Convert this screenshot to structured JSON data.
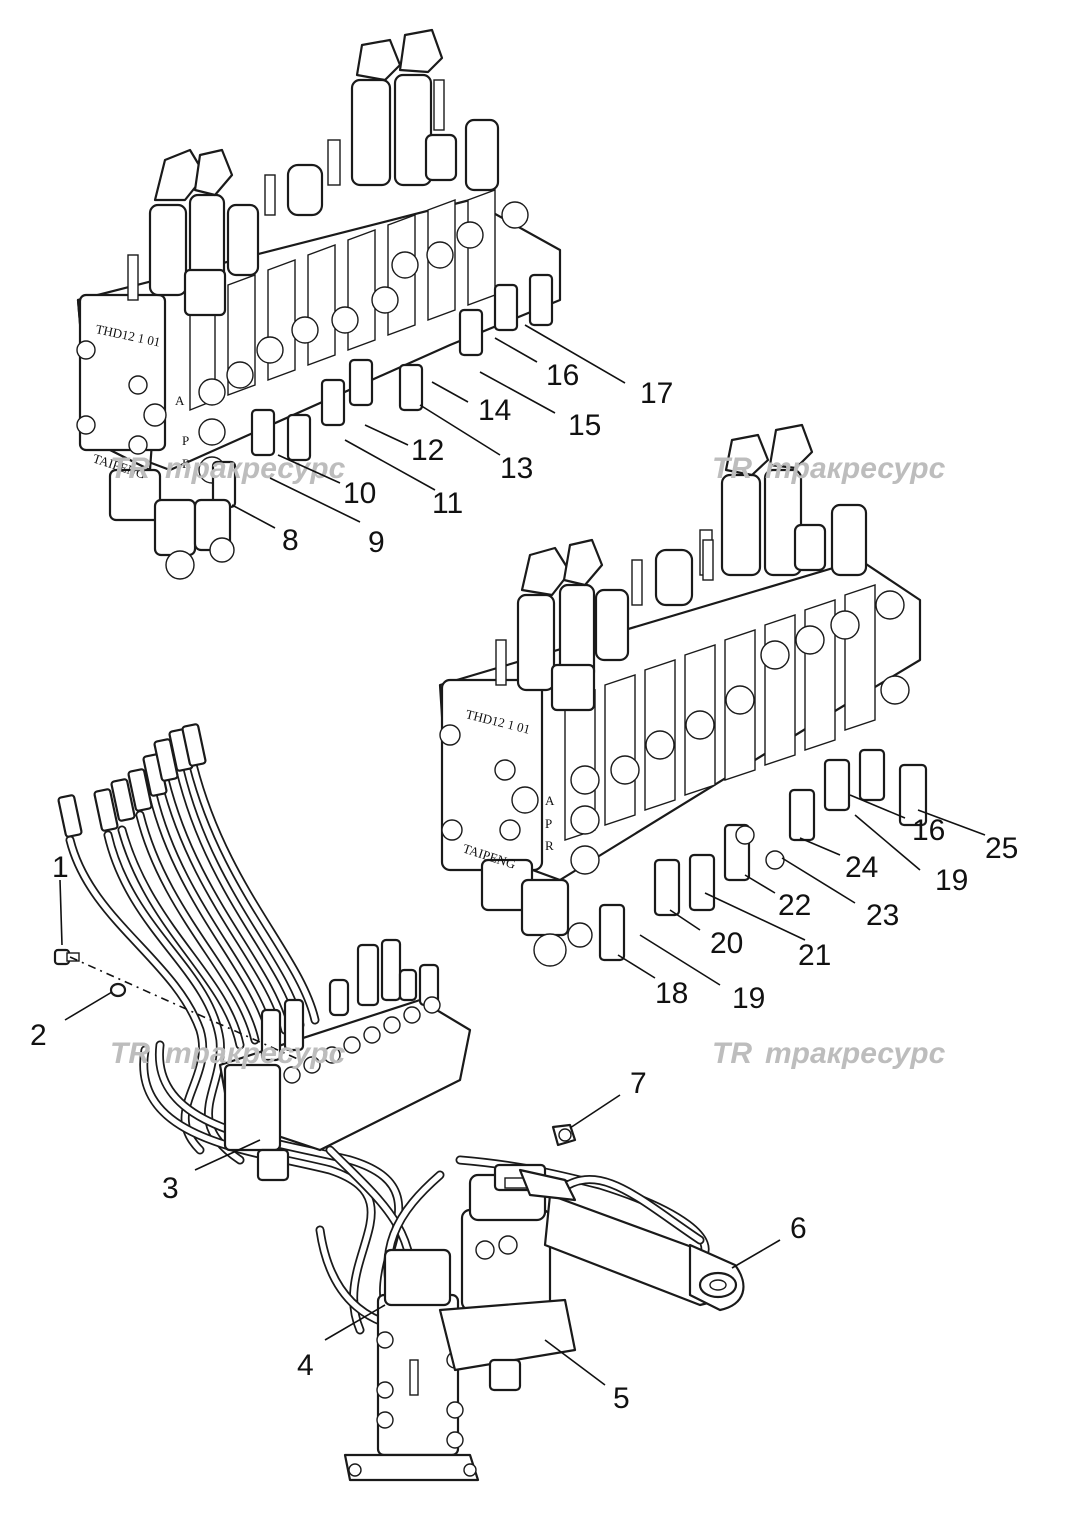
{
  "watermark": {
    "logo_letters": "TR",
    "text": "тракресурс"
  },
  "body_stamps": {
    "model": "THD12 1 01",
    "brand": "TAIPENG",
    "port_letters": [
      "A",
      "P",
      "R"
    ]
  },
  "callouts": [
    "1",
    "2",
    "3",
    "4",
    "5",
    "6",
    "7",
    "8",
    "9",
    "10",
    "11",
    "12",
    "13",
    "14",
    "15",
    "16",
    "17",
    "16",
    "18",
    "19",
    "19",
    "20",
    "21",
    "22",
    "23",
    "24",
    "25"
  ],
  "colors": {
    "ink": "#111111",
    "watermark": "#bdbdbd",
    "background": "#ffffff"
  }
}
